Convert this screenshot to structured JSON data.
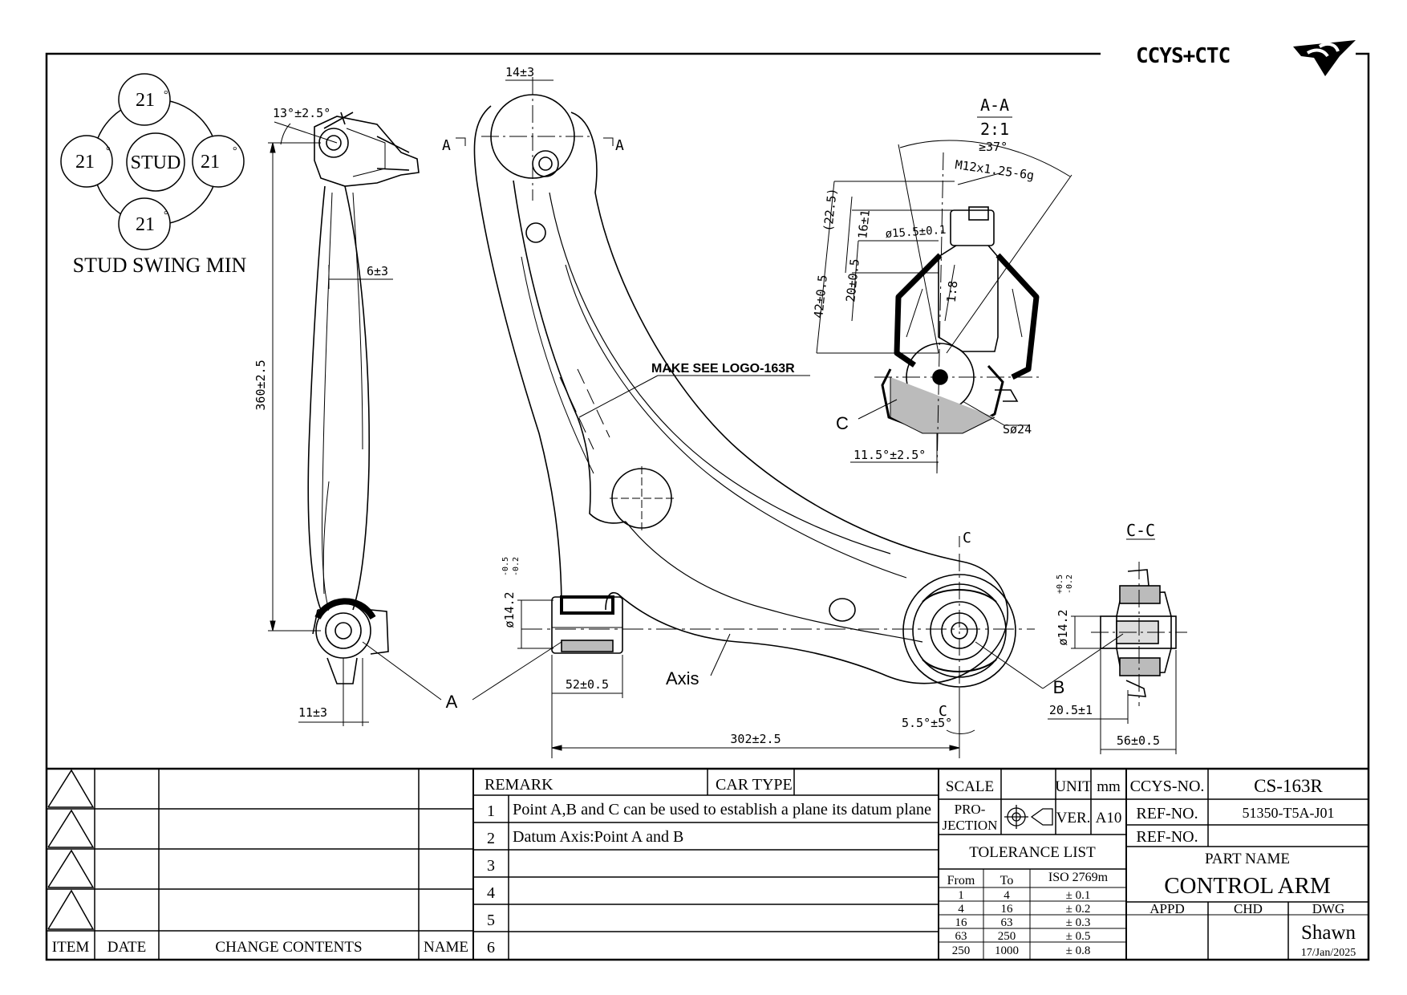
{
  "logo": {
    "text": "CCYS+CTC"
  },
  "stud_swing": {
    "center": "STUD",
    "values": [
      "21",
      "21",
      "21",
      "21"
    ],
    "degree_mark": "°",
    "caption": "STUD SWING MIN"
  },
  "dims": {
    "angle_13": "13°±2.5°",
    "d_14": "14±3",
    "d_6": "6±3",
    "d_360": "360±2.5",
    "d_11": "11±3",
    "d_52": "52±0.5",
    "d_302": "302±2.5",
    "d_5_5": "5.5°±5°",
    "d_14_2": "ø14.2",
    "tol_upper": "-0.5",
    "tol_lower": "-0.2",
    "tol_upper_cc": "+0.5",
    "tol_lower_cc": "-0.2",
    "d_20_5": "20.5±1",
    "d_56": "56±0.5",
    "aa_label": "A-A",
    "aa_scale": "2:1",
    "angle_37": "≥37°",
    "thread": "M12x1.25-6g",
    "d_22_5": "(22.5)",
    "d_16": "16±1",
    "d_15_5": "ø15.5±0.1",
    "d_20": "20±0.5",
    "d_42": "42±0.5",
    "taper": "1:8",
    "sphere": "Sø24",
    "angle_11_5": "11.5°±2.5°",
    "cc_label": "C-C",
    "sec_a": "A",
    "sec_c": "C"
  },
  "callouts": {
    "a": "A",
    "b": "B",
    "c": "C",
    "axis": "Axis",
    "logo_note": "MAKE SEE LOGO-163R"
  },
  "revision": {
    "headers": [
      "ITEM",
      "DATE",
      "CHANGE CONTENTS",
      "NAME"
    ]
  },
  "remarks": {
    "title": "REMARK",
    "car_type": "CAR TYPE",
    "rows": [
      {
        "no": "1",
        "text": "Point A,B and C can be used to establish a plane its datum plane"
      },
      {
        "no": "2",
        "text": "Datum Axis:Point A and B"
      },
      {
        "no": "3",
        "text": ""
      },
      {
        "no": "4",
        "text": ""
      },
      {
        "no": "5",
        "text": ""
      },
      {
        "no": "6",
        "text": ""
      }
    ]
  },
  "spec": {
    "scale": "SCALE",
    "unit": "UNIT",
    "unit_value": "mm",
    "projection_l1": "PRO-",
    "projection_l2": "JECTION",
    "ver": "VER.",
    "ver_value": "A10",
    "tolerance_title": "TOLERANCE LIST",
    "tol_headers": [
      "From",
      "To",
      "ISO 2769m"
    ],
    "tolerances": [
      [
        "1",
        "4",
        "± 0.1"
      ],
      [
        "4",
        "16",
        "± 0.2"
      ],
      [
        "16",
        "63",
        "± 0.3"
      ],
      [
        "63",
        "250",
        "± 0.5"
      ],
      [
        "250",
        "1000",
        "± 0.8"
      ]
    ]
  },
  "title_block": {
    "ccys_label": "CCYS-NO.",
    "ccys_value": "CS-163R",
    "ref1_label": "REF-NO.",
    "ref1_value": "51350-T5A-J01",
    "ref2_label": "REF-NO.",
    "ref2_value": "",
    "part_name_label": "PART NAME",
    "part_name": "CONTROL ARM",
    "appd": "APPD",
    "chd": "CHD",
    "dwg": "DWG",
    "drawer": "Shawn",
    "date": "17/Jan/2025"
  }
}
